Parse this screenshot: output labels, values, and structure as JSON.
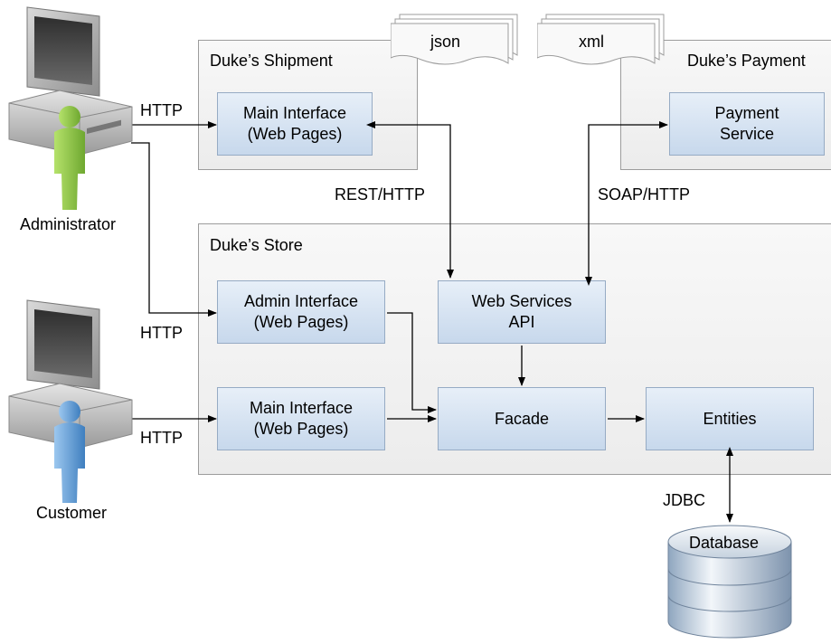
{
  "users": {
    "administrator": "Administrator",
    "customer": "Customer"
  },
  "panels": {
    "shipment": {
      "title": "Duke’s Shipment"
    },
    "payment": {
      "title": "Duke’s Payment"
    },
    "store": {
      "title": "Duke’s Store"
    }
  },
  "boxes": {
    "shipment_main": {
      "line1": "Main Interface",
      "line2": "(Web Pages)"
    },
    "payment_service": {
      "line1": "Payment",
      "line2": "Service"
    },
    "admin_interface": {
      "line1": "Admin Interface",
      "line2": "(Web Pages)"
    },
    "web_services": {
      "line1": "Web Services",
      "line2": "API"
    },
    "store_main": {
      "line1": "Main Interface",
      "line2": "(Web Pages)"
    },
    "facade": {
      "line1": "Facade"
    },
    "entities": {
      "line1": "Entities"
    }
  },
  "documents": {
    "json": "json",
    "xml": "xml"
  },
  "connectors": {
    "http_admin_shipment": "HTTP",
    "http_admin_store": "HTTP",
    "http_customer": "HTTP",
    "rest": "REST/HTTP",
    "soap": "SOAP/HTTP",
    "jdbc": "JDBC"
  },
  "database": {
    "label": "Database"
  },
  "colors": {
    "box_fill": "#d6e3f2",
    "box_border": "#96abc4",
    "panel_fill": "#f1f1f1",
    "admin_figure": "#8dc63f",
    "customer_figure": "#5b9bd5"
  }
}
